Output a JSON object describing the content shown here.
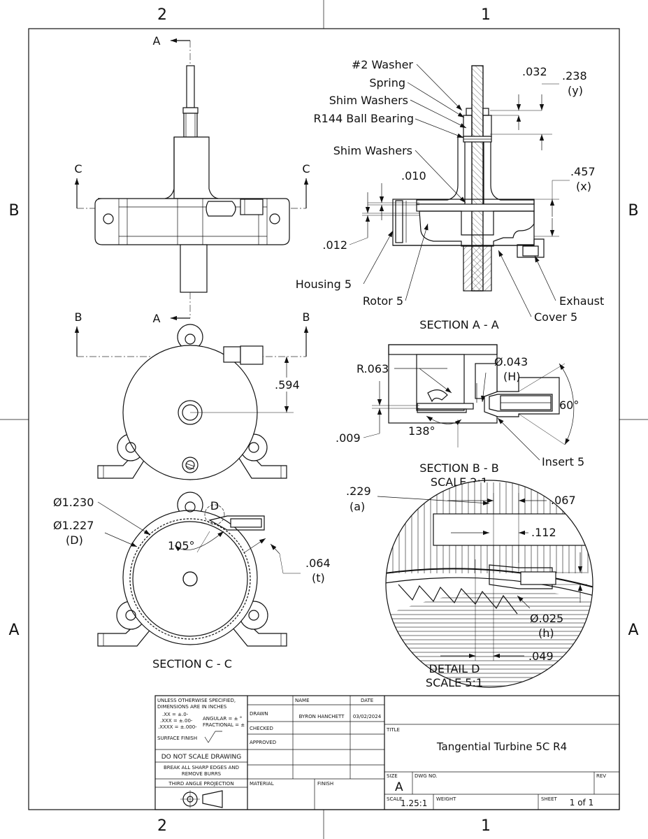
{
  "zones": {
    "top": [
      "2",
      "1"
    ],
    "bottom": [
      "2",
      "1"
    ],
    "left": [
      "B",
      "A"
    ],
    "right": [
      "B",
      "A"
    ]
  },
  "section_markers": {
    "a_top": "A",
    "a_bottom": "A",
    "c_left": "C",
    "c_right": "C",
    "b_left": "B",
    "b_right": "B",
    "detail_marker": "D"
  },
  "section_aa": {
    "title": "SECTION A - A",
    "callouts": [
      "#2 Washer",
      "Spring",
      "Shim Washers",
      "R144 Ball Bearing",
      "Shim Washers",
      "Housing 5",
      "Rotor 5",
      "Cover 5",
      "Exhaust"
    ],
    "dims": {
      "d032": ".032",
      "d238": ".238",
      "d238_sym": "(y)",
      "d010": ".010",
      "d457": ".457",
      "d457_sym": "(x)",
      "d012": ".012"
    }
  },
  "front_view": {
    "dim594": ".594"
  },
  "section_bb": {
    "title": "SECTION B - B",
    "scale": "SCALE 2:1",
    "dims": {
      "r063": "R.063",
      "dia043": "Ø.043",
      "dia043_sym": "(H)",
      "a60": "60°",
      "d009": ".009",
      "a138": "138°"
    },
    "callouts": [
      "Insert 5"
    ]
  },
  "section_cc": {
    "title": "SECTION C - C",
    "dims": {
      "dia1230": "Ø1.230",
      "dia1227": "Ø1.227",
      "dia1227_sym": "(D)",
      "a105": "105°",
      "d064": ".064",
      "d064_sym": "(t)"
    }
  },
  "detail_d": {
    "title": "DETAIL D",
    "scale": "SCALE 5:1",
    "dims": {
      "d229": ".229",
      "d229_sym": "(a)",
      "d067": ".067",
      "d112": ".112",
      "dia025": "Ø.025",
      "dia025_sym": "(h)",
      "d049": ".049"
    }
  },
  "title_block": {
    "tolerances": [
      "UNLESS OTHERWISE SPECIFIED,",
      "DIMENSIONS ARE IN INCHES",
      ".XX = ±.0-",
      ".XXX = ±.00-",
      ".XXXX = ±.000-",
      "ANGULAR = ± °",
      "FRACTIONAL = ±",
      "SURFACE FINISH"
    ],
    "do_not_scale": "DO NOT SCALE DRAWING",
    "break_edges": [
      "BREAK ALL SHARP EDGES AND",
      "REMOVE BURRS"
    ],
    "projection": "THIRD ANGLE PROJECTION",
    "name_header": "NAME",
    "date_header": "DATE",
    "rows": [
      "DRAWN",
      "CHECKED",
      "APPROVED"
    ],
    "drawn_name": "BYRON HANCHETT",
    "drawn_date": "03/02/2024",
    "material": "MATERIAL",
    "finish": "FINISH",
    "title_label": "TITLE",
    "title": "Tangential Turbine 5C R4",
    "size_label": "SIZE",
    "size": "A",
    "dwg_label": "DWG NO.",
    "rev_label": "REV",
    "scale_label": "SCALE",
    "scale": "1.25:1",
    "weight_label": "WEIGHT",
    "sheet_label": "SHEET",
    "sheet": "1 of 1"
  }
}
